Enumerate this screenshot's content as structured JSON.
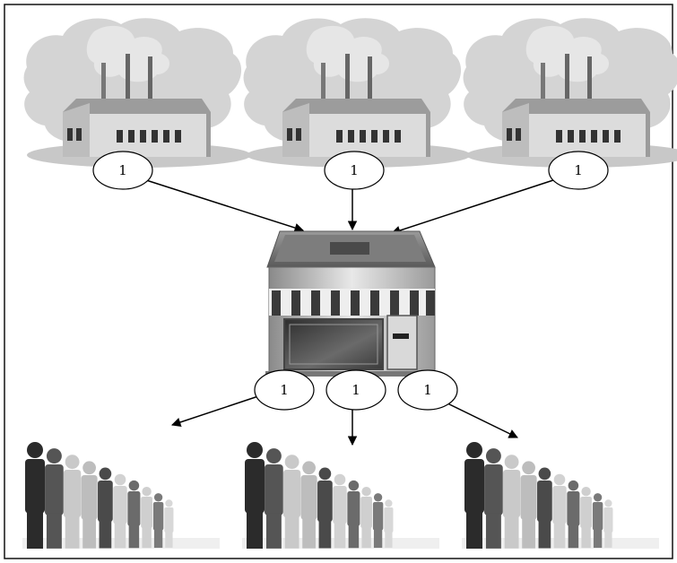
{
  "diagram": {
    "factories": [
      {
        "label": "1"
      },
      {
        "label": "1"
      },
      {
        "label": "1"
      }
    ],
    "outgoing": [
      {
        "label": "1"
      },
      {
        "label": "1"
      },
      {
        "label": "1"
      }
    ]
  }
}
